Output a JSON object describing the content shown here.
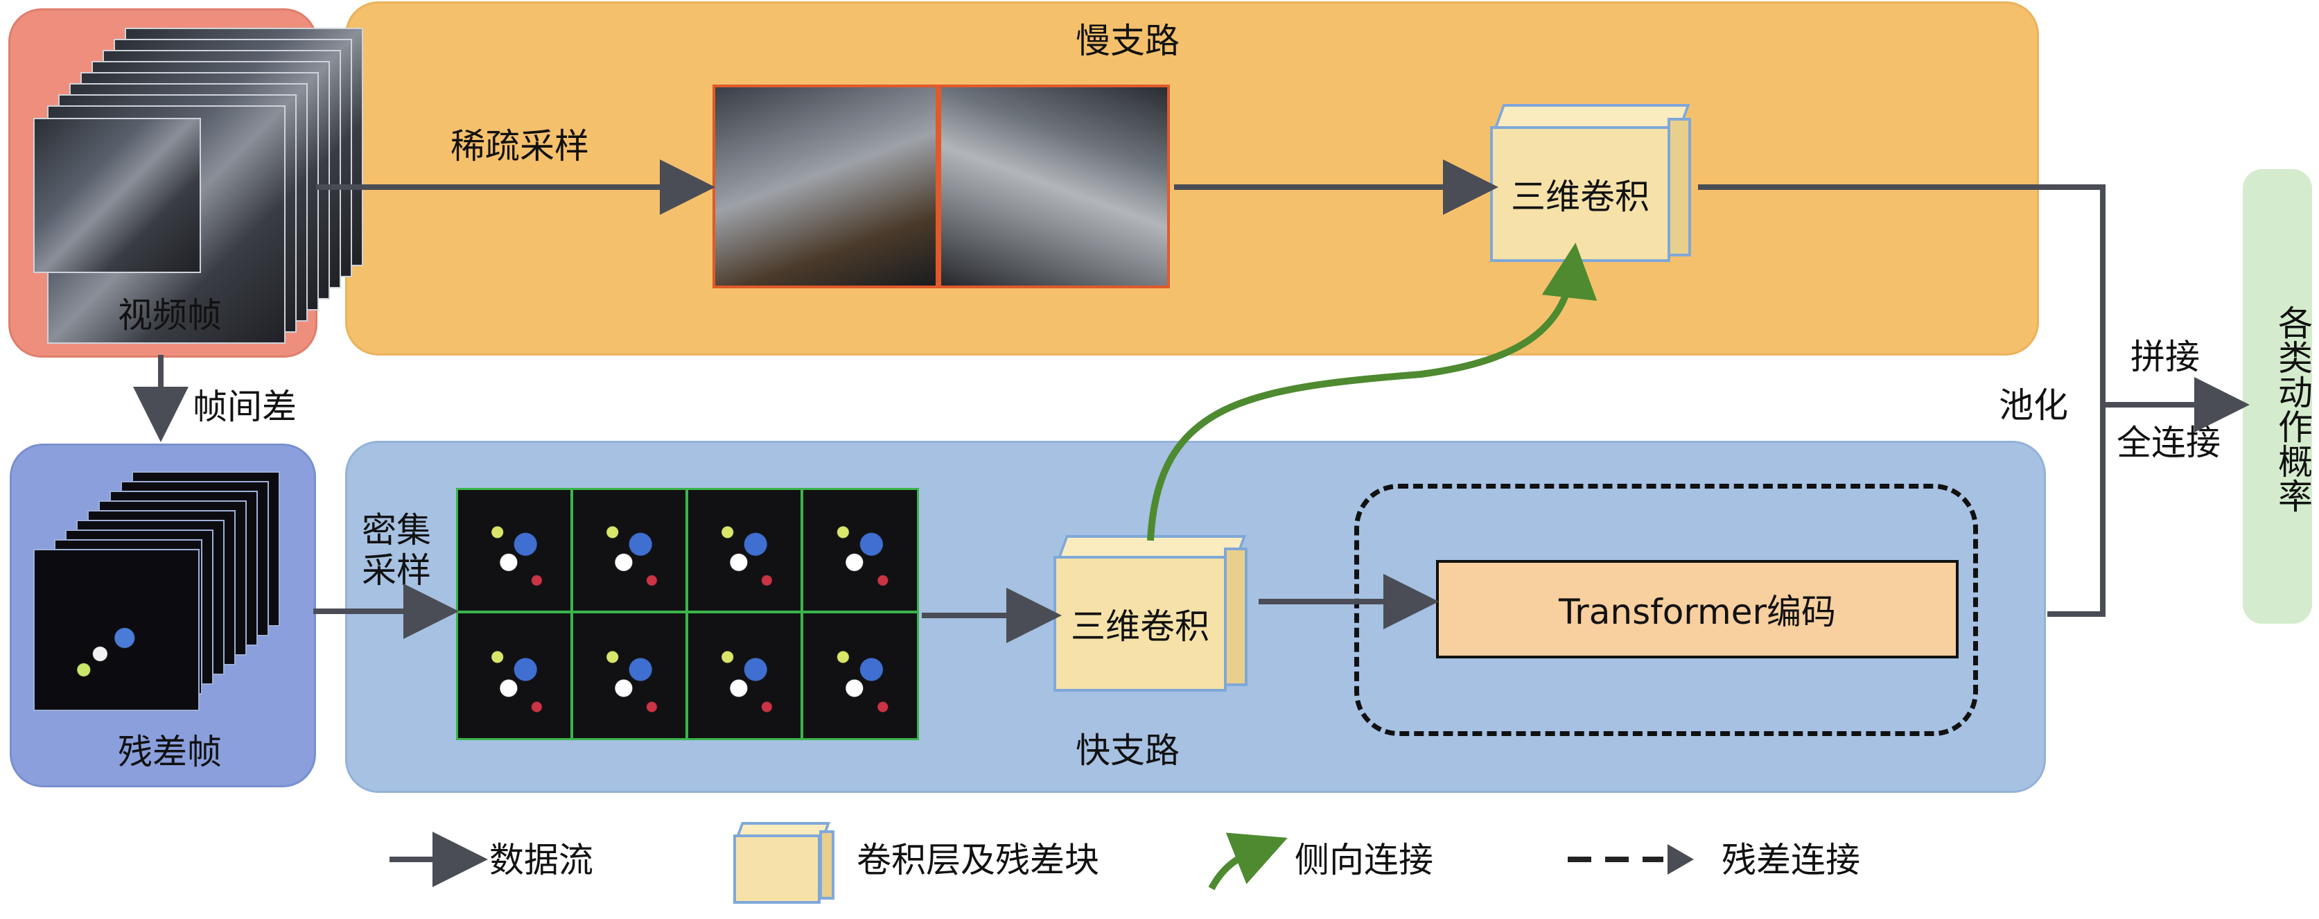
{
  "labels": {
    "video_frames": "视频帧",
    "slow_path": "慢支路",
    "sparse_sampling": "稀疏采样",
    "conv3d_slow": "三维卷积",
    "frame_diff": "帧间差",
    "residual_frames": "残差帧",
    "dense_sampling_line1": "密集",
    "dense_sampling_line2": "采样",
    "conv3d_fast": "三维卷积",
    "transformer": "Transformer编码",
    "fast_path": "快支路",
    "pooling": "池化",
    "concat": "拼接",
    "fully_connected": "全连接",
    "output": "各类动作概率"
  },
  "legend": {
    "data_flow": "数据流",
    "conv_residual_block": "卷积层及残差块",
    "lateral_connection": "侧向连接",
    "residual_connection": "残差连接"
  },
  "colors": {
    "video_panel": "#ee8f7e",
    "slow_panel": "#f5c06c",
    "residual_panel": "#8a9fdc",
    "fast_panel": "#a6c1e2",
    "output_panel": "#d4eccd",
    "arrow": "#4a4d55",
    "lateral": "#4e8a30",
    "cube": "#f6e2a8",
    "transformer_box": "#f8cf9e"
  }
}
